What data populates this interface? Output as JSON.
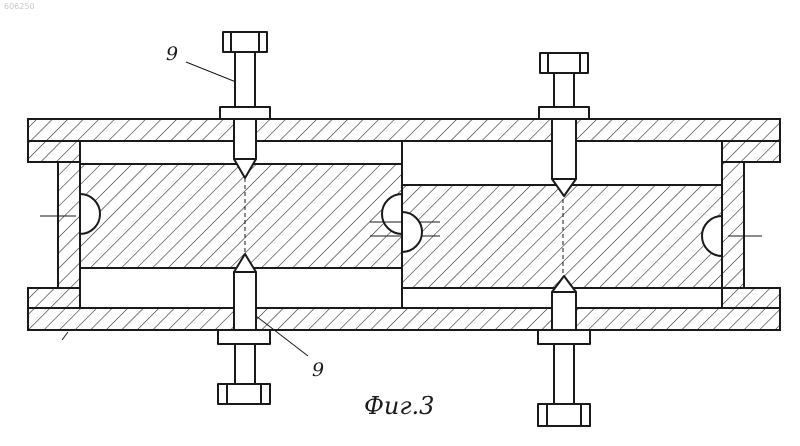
{
  "document_number": "606250",
  "callouts": {
    "upper": "9",
    "lower": "9"
  },
  "caption": "Фиг.3"
}
